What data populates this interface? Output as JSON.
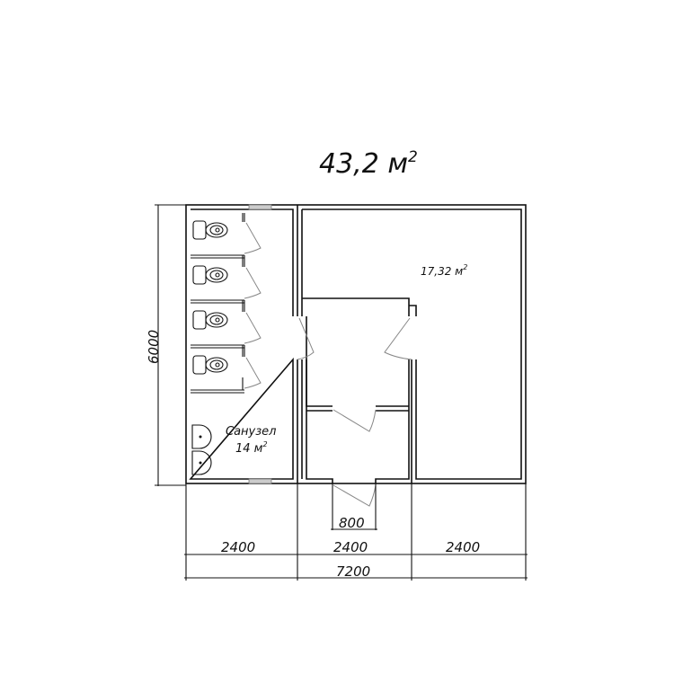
{
  "title": {
    "value": "43,2 м",
    "sup": "2"
  },
  "rooms": {
    "sanuzel": {
      "name": "Санузел",
      "area": "14 м",
      "sup": "2"
    },
    "main": {
      "area": "17,32  м",
      "sup": "2"
    }
  },
  "dimensions": {
    "height": "6000",
    "door": "800",
    "module1": "2400",
    "module2": "2400",
    "module3": "2400",
    "total": "7200"
  }
}
